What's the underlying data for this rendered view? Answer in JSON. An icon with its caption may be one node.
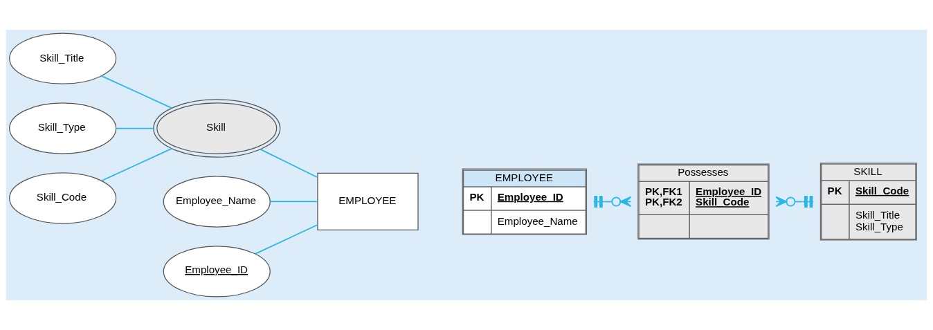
{
  "diagram": {
    "nodes": [
      {
        "text": [
          "Skill_Title"
        ]
      },
      {
        "text": [
          "Skill_Type"
        ]
      },
      {
        "text": [
          "Skill_Code"
        ]
      },
      {
        "text": [
          "Skill"
        ]
      },
      {
        "text": [
          "Employee_Name"
        ]
      },
      {
        "text": [
          "EMPLOYEE"
        ]
      },
      {
        "text": [
          "Employee_ID"
        ]
      },
      {
        "text": [
          "EMPLOYEE",
          "PK",
          "Employee_ID",
          "Employee_Name"
        ]
      },
      {
        "text": [
          "Possesses",
          "PK,FK1",
          "PK,FK2",
          "Employee_ID",
          "Skill_Code"
        ]
      },
      {
        "text": [
          "SKILL",
          "PK",
          "Skill_Code",
          "Skill_Title",
          "Skill_Type"
        ]
      }
    ],
    "edges": [
      {
        "from": 0,
        "to": 3,
        "arrow": "none"
      },
      {
        "from": 1,
        "to": 3,
        "arrow": "none"
      },
      {
        "from": 2,
        "to": 3,
        "arrow": "none"
      },
      {
        "from": 3,
        "to": 5,
        "arrow": "none"
      },
      {
        "from": 4,
        "to": 5,
        "arrow": "none"
      },
      {
        "from": 6,
        "to": 5,
        "arrow": "none"
      },
      {
        "from": 7,
        "to": 8,
        "arrow": "other"
      },
      {
        "from": 8,
        "to": 9,
        "arrow": "other"
      }
    ]
  }
}
